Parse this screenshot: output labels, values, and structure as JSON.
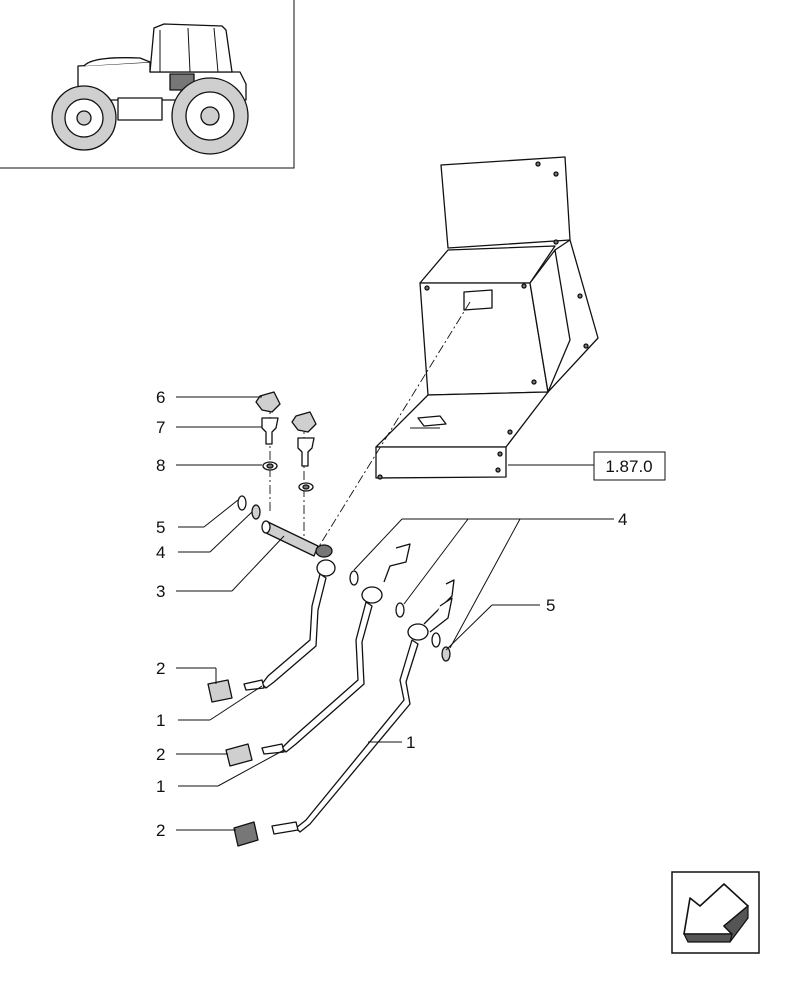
{
  "reference_box": {
    "label": "1.87.0"
  },
  "callouts": [
    {
      "id": "c6",
      "label": "6"
    },
    {
      "id": "c7",
      "label": "7"
    },
    {
      "id": "c8",
      "label": "8"
    },
    {
      "id": "c5a",
      "label": "5"
    },
    {
      "id": "c4a",
      "label": "4"
    },
    {
      "id": "c3",
      "label": "3"
    },
    {
      "id": "c4b",
      "label": "4"
    },
    {
      "id": "c5b",
      "label": "5"
    },
    {
      "id": "c2a",
      "label": "2"
    },
    {
      "id": "c1a",
      "label": "1"
    },
    {
      "id": "c2b",
      "label": "2"
    },
    {
      "id": "c1b",
      "label": "1"
    },
    {
      "id": "c1c",
      "label": "1"
    },
    {
      "id": "c2c",
      "label": "2"
    }
  ]
}
